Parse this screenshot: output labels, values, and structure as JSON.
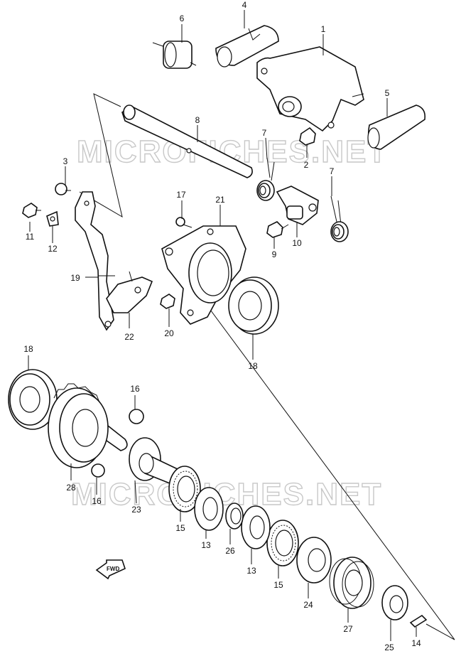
{
  "watermark": "MICROFICHES.NET",
  "fwd_label": "FWD",
  "callouts": [
    "1",
    "2",
    "3",
    "4",
    "5",
    "6",
    "7",
    "7",
    "8",
    "9",
    "10",
    "11",
    "12",
    "13",
    "13",
    "14",
    "15",
    "15",
    "16",
    "16",
    "17",
    "18",
    "18",
    "19",
    "20",
    "21",
    "22",
    "23",
    "24",
    "25",
    "26",
    "27",
    "28"
  ]
}
